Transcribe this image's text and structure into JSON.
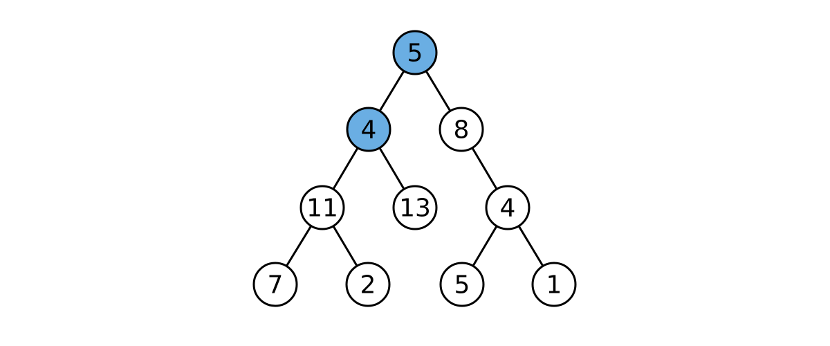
{
  "tree": {
    "highlight_color": "#6aaee3",
    "default_fill": "#ffffff",
    "nodes": [
      {
        "id": "n0",
        "value": "5",
        "highlighted": true
      },
      {
        "id": "n1",
        "value": "4",
        "highlighted": true
      },
      {
        "id": "n2",
        "value": "8",
        "highlighted": false
      },
      {
        "id": "n3",
        "value": "11",
        "highlighted": false
      },
      {
        "id": "n4",
        "value": "13",
        "highlighted": false
      },
      {
        "id": "n5",
        "value": "4",
        "highlighted": false
      },
      {
        "id": "n6",
        "value": "7",
        "highlighted": false
      },
      {
        "id": "n7",
        "value": "2",
        "highlighted": false
      },
      {
        "id": "n8",
        "value": "5",
        "highlighted": false
      },
      {
        "id": "n9",
        "value": "1",
        "highlighted": false
      }
    ],
    "edges": [
      [
        "n0",
        "n1"
      ],
      [
        "n0",
        "n2"
      ],
      [
        "n1",
        "n3"
      ],
      [
        "n1",
        "n4"
      ],
      [
        "n2",
        "n5"
      ],
      [
        "n3",
        "n6"
      ],
      [
        "n3",
        "n7"
      ],
      [
        "n5",
        "n8"
      ],
      [
        "n5",
        "n9"
      ]
    ]
  }
}
